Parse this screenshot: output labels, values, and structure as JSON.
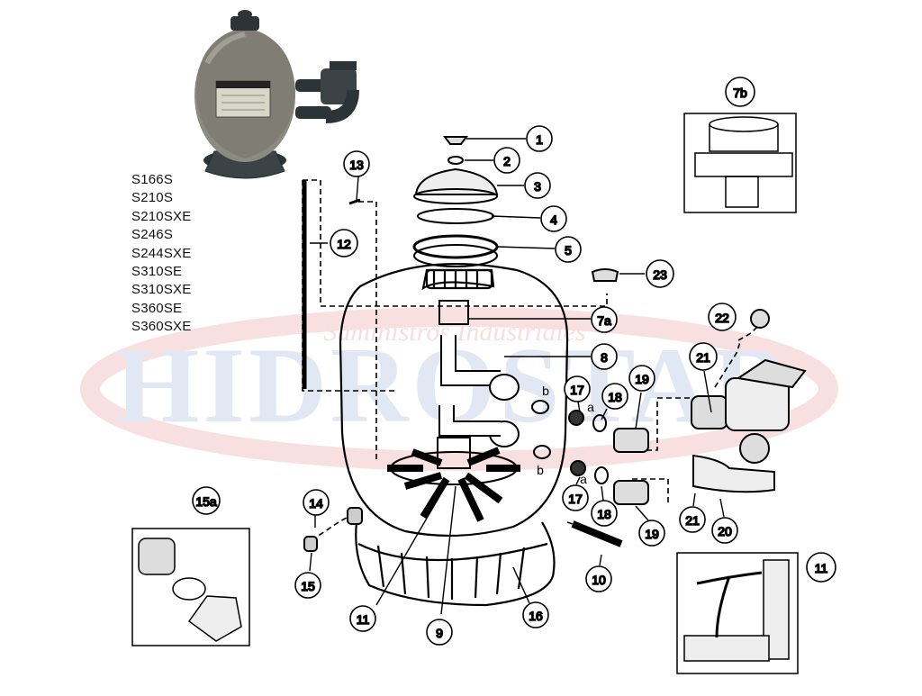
{
  "watermark": {
    "brand": "HIDROSTAR",
    "slogan": "Suministros Industriales"
  },
  "models": [
    "S166S",
    "S210S",
    "S210SXE",
    "S246S",
    "S244SXE",
    "S310SE",
    "S310SXE",
    "S360SE",
    "S360SXE"
  ],
  "callouts": [
    {
      "id": "c1",
      "label": "1"
    },
    {
      "id": "c2",
      "label": "2"
    },
    {
      "id": "c3",
      "label": "3"
    },
    {
      "id": "c4",
      "label": "4"
    },
    {
      "id": "c5",
      "label": "5"
    },
    {
      "id": "c23",
      "label": "23"
    },
    {
      "id": "c7a",
      "label": "7a"
    },
    {
      "id": "c8",
      "label": "8"
    },
    {
      "id": "c17a",
      "label": "17"
    },
    {
      "id": "c18a",
      "label": "18"
    },
    {
      "id": "c19a",
      "label": "19"
    },
    {
      "id": "c17b",
      "label": "17"
    },
    {
      "id": "c18b",
      "label": "18"
    },
    {
      "id": "c19b",
      "label": "19"
    },
    {
      "id": "c22",
      "label": "22"
    },
    {
      "id": "c21a",
      "label": "21"
    },
    {
      "id": "c21b",
      "label": "21"
    },
    {
      "id": "c20",
      "label": "20"
    },
    {
      "id": "c13",
      "label": "13"
    },
    {
      "id": "c12",
      "label": "12"
    },
    {
      "id": "c14",
      "label": "14"
    },
    {
      "id": "c15",
      "label": "15"
    },
    {
      "id": "c10",
      "label": "10"
    },
    {
      "id": "c11",
      "label": "11"
    },
    {
      "id": "c9",
      "label": "9"
    },
    {
      "id": "c16",
      "label": "16"
    },
    {
      "id": "c7b",
      "label": "7b"
    },
    {
      "id": "c15a",
      "label": "15a"
    },
    {
      "id": "c11b",
      "label": "11"
    }
  ],
  "small_labels": [
    {
      "id": "la",
      "label": "a"
    },
    {
      "id": "lb",
      "label": "b"
    },
    {
      "id": "la2",
      "label": "a"
    },
    {
      "id": "lb2",
      "label": "b"
    }
  ]
}
